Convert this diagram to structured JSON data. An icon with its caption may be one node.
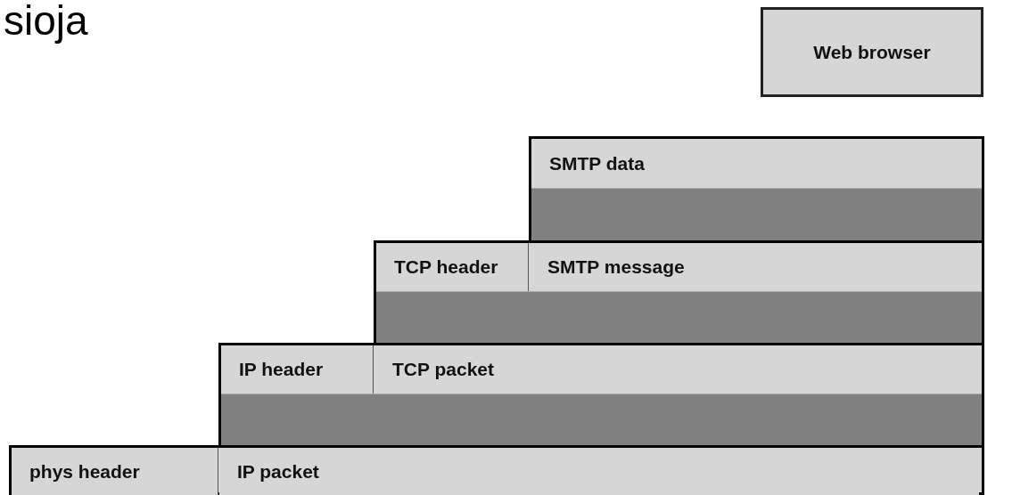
{
  "diagram": {
    "nodes": [
      {
        "text": [
          "Web browser"
        ]
      },
      {
        "text": [
          "SMTP data"
        ]
      },
      {
        "text": [],
        "shape": "bar"
      },
      {
        "text": [
          "TCP header"
        ]
      },
      {
        "text": [
          "SMTP message"
        ]
      },
      {
        "text": [],
        "shape": "bar"
      },
      {
        "text": [
          "IP header"
        ]
      },
      {
        "text": [
          "TCP packet"
        ]
      },
      {
        "text": [],
        "shape": "bar"
      },
      {
        "text": [
          "phys header"
        ]
      },
      {
        "text": [
          "IP packet"
        ]
      }
    ],
    "labels": [
      "sioja"
    ]
  }
}
